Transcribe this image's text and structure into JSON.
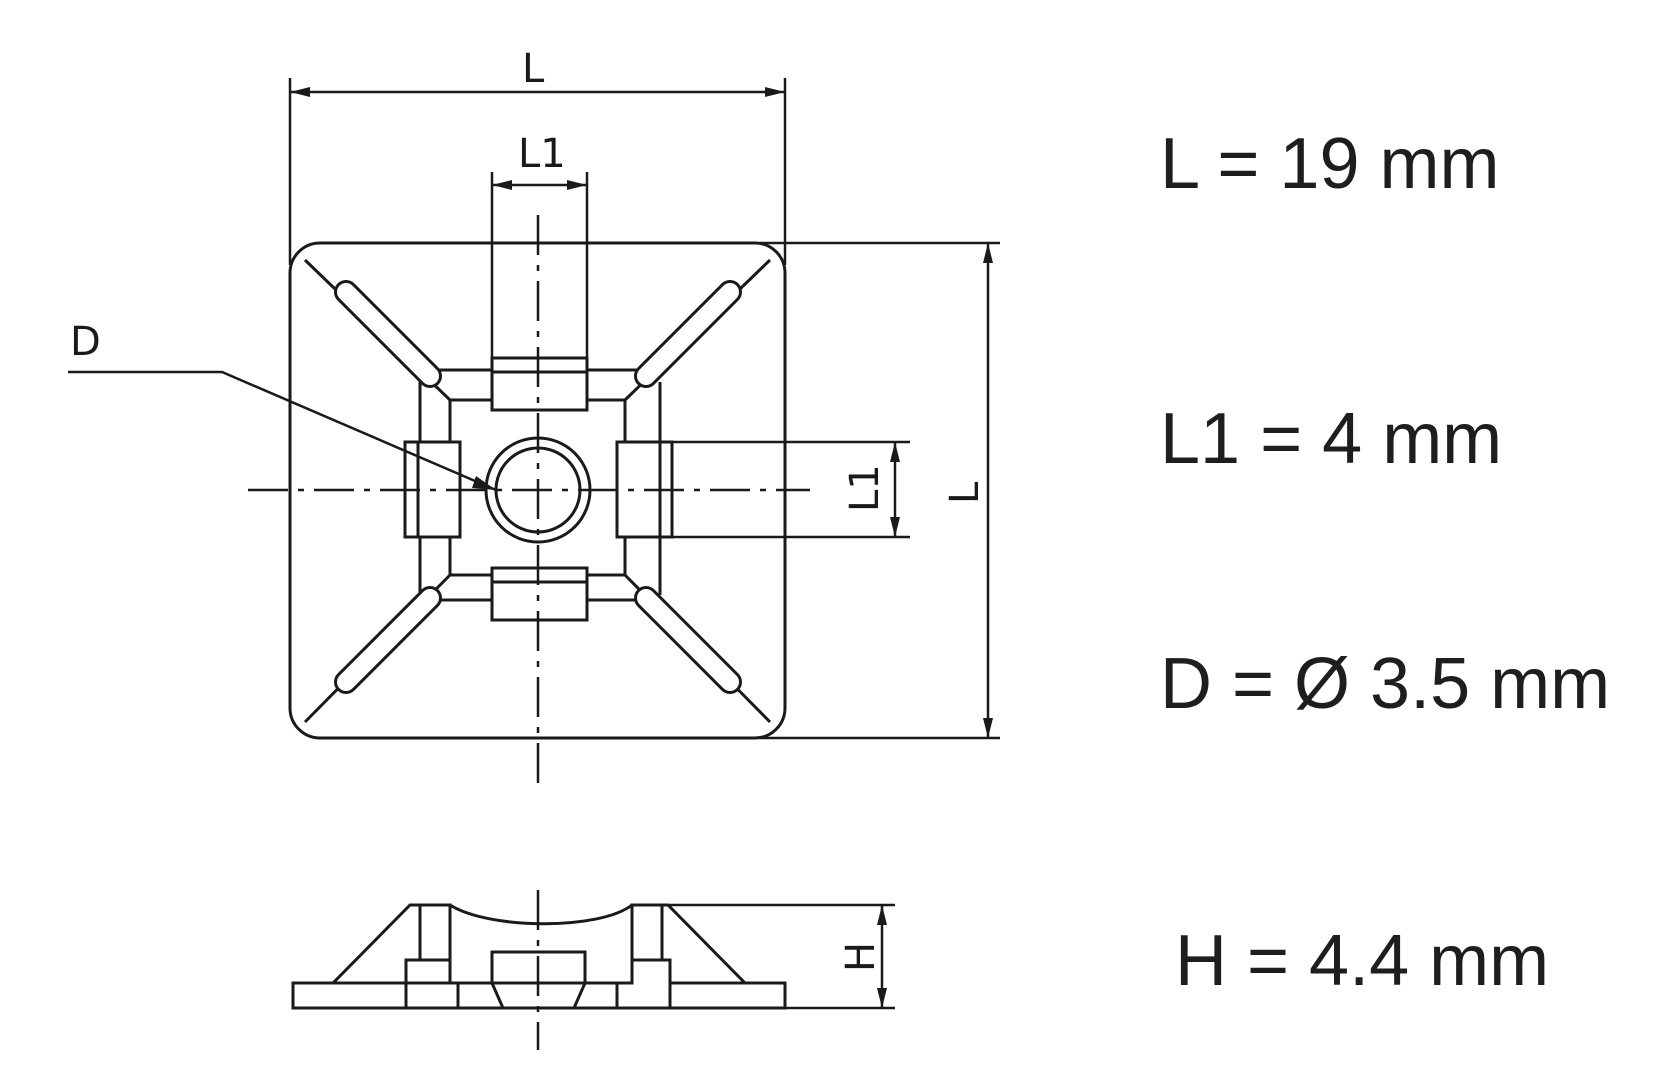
{
  "specs": {
    "L": "L = 19 mm",
    "L1": "L1 = 4 mm",
    "D": "D = Ø 3.5 mm",
    "H": "H = 4.4 mm"
  },
  "drawing": {
    "label_L_top": "L",
    "label_L1_top": "L1",
    "label_D": "D",
    "label_L1_side": "L1",
    "label_L_side": "L",
    "label_H": "H"
  }
}
